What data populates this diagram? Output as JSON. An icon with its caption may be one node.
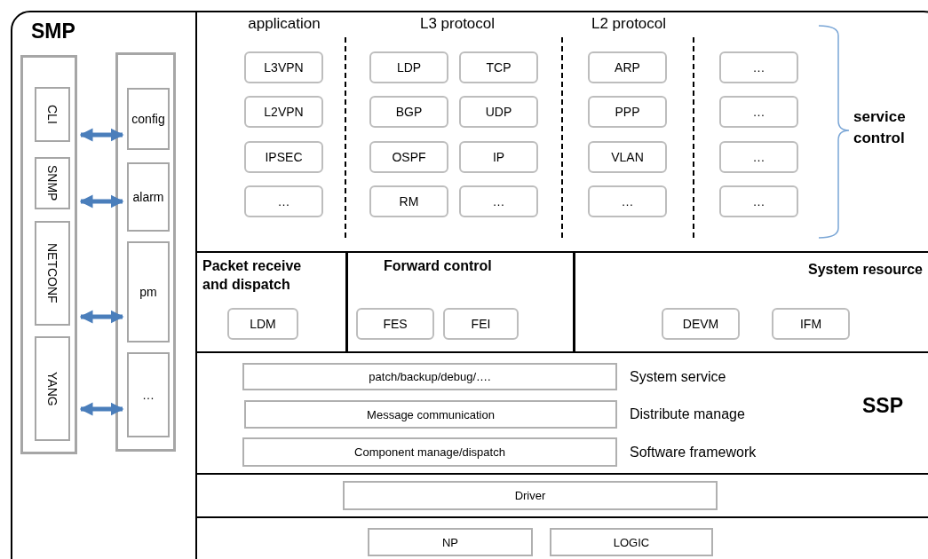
{
  "diagram": {
    "nodes": [
      {
        "text": [
          "SMP"
        ]
      },
      {
        "text": [],
        "shape": "box",
        "in": 0
      },
      {
        "text": [
          "CLI"
        ],
        "in": 1
      },
      {
        "text": [
          "SNMP"
        ],
        "in": 1
      },
      {
        "text": [
          "NETCONF"
        ],
        "in": 1
      },
      {
        "text": [
          "YANG"
        ],
        "in": 1
      },
      {
        "text": [],
        "shape": "box",
        "in": 0
      },
      {
        "text": [
          "config"
        ],
        "in": 6
      },
      {
        "text": [
          "alarm"
        ],
        "in": 6
      },
      {
        "text": [
          "pm"
        ],
        "in": 6
      },
      {
        "text": [
          "…"
        ],
        "in": 6
      },
      {
        "text": [
          "service control"
        ]
      },
      {
        "text": [
          "L3VPN"
        ],
        "in": 11
      },
      {
        "text": [
          "L2VPN"
        ],
        "in": 11
      },
      {
        "text": [
          "IPSEC"
        ],
        "in": 11
      },
      {
        "text": [
          "…"
        ],
        "in": 11
      },
      {
        "text": [
          "LDP"
        ],
        "in": 11
      },
      {
        "text": [
          "TCP"
        ],
        "in": 11
      },
      {
        "text": [
          "BGP"
        ],
        "in": 11
      },
      {
        "text": [
          "UDP"
        ],
        "in": 11
      },
      {
        "text": [
          "OSPF"
        ],
        "in": 11
      },
      {
        "text": [
          "IP"
        ],
        "in": 11
      },
      {
        "text": [
          "RM"
        ],
        "in": 11
      },
      {
        "text": [
          "…"
        ],
        "in": 11
      },
      {
        "text": [
          "ARP"
        ],
        "in": 11
      },
      {
        "text": [
          "PPP"
        ],
        "in": 11
      },
      {
        "text": [
          "VLAN"
        ],
        "in": 11
      },
      {
        "text": [
          "…"
        ],
        "in": 11
      },
      {
        "text": [
          "…"
        ],
        "in": 11
      },
      {
        "text": [
          "…"
        ],
        "in": 11
      },
      {
        "text": [
          "…"
        ],
        "in": 11
      },
      {
        "text": [
          "…"
        ],
        "in": 11
      },
      {
        "text": [
          "Packet receive and dispatch"
        ]
      },
      {
        "text": [
          "LDM"
        ],
        "in": 32
      },
      {
        "text": [
          "Forward control"
        ]
      },
      {
        "text": [
          "FES"
        ],
        "in": 34
      },
      {
        "text": [
          "FEI"
        ],
        "in": 34
      },
      {
        "text": [
          "System resource"
        ]
      },
      {
        "text": [
          "DEVM"
        ],
        "in": 37
      },
      {
        "text": [
          "IFM"
        ],
        "in": 37
      },
      {
        "text": [
          "SSP"
        ]
      },
      {
        "text": [
          "patch/backup/debug/…."
        ],
        "beside": [
          "System service"
        ],
        "in": 40
      },
      {
        "text": [
          "Message communication"
        ],
        "beside": [
          "Distribute manage"
        ],
        "in": 40
      },
      {
        "text": [
          "Component manage/dispatch"
        ],
        "beside": [
          "Software framework"
        ],
        "in": 40
      },
      {
        "text": [],
        "shape": "box"
      },
      {
        "text": [
          "Driver"
        ],
        "in": 44
      },
      {
        "text": [],
        "shape": "box"
      },
      {
        "text": [
          "NP"
        ],
        "in": 46
      },
      {
        "text": [
          "LOGIC"
        ],
        "in": 46
      }
    ],
    "edges": [
      {
        "from": 1,
        "to": 7,
        "arrow": "both"
      },
      {
        "from": 1,
        "to": 8,
        "arrow": "both"
      },
      {
        "from": 1,
        "to": 9,
        "arrow": "both"
      },
      {
        "from": 1,
        "to": 10,
        "arrow": "both"
      }
    ],
    "labels": [
      "application",
      "L3 protocol",
      "L2 protocol"
    ]
  }
}
